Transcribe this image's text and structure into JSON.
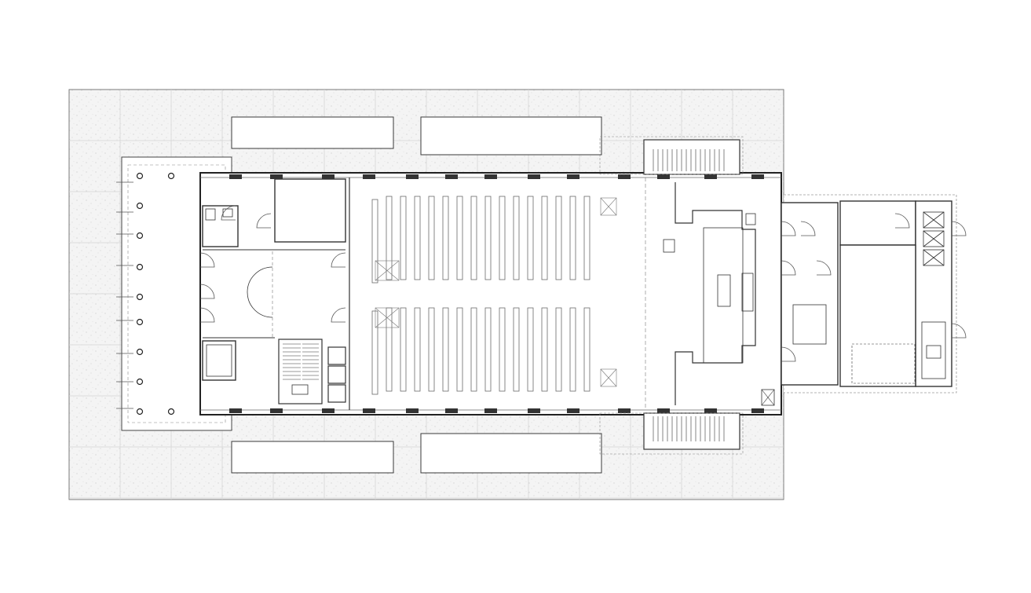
{
  "drawing": {
    "kind": "architectural floor plan",
    "colors": {
      "background": "#ffffff",
      "paving": "#f4f4f4",
      "ink": "#2a2a2a",
      "thin": "#8a8a8a",
      "hatch": "#bdbdbd"
    },
    "pew_rows_per_block": 16,
    "pew_blocks": 2,
    "stair_flights": 3,
    "kitchen_burners": 3
  }
}
